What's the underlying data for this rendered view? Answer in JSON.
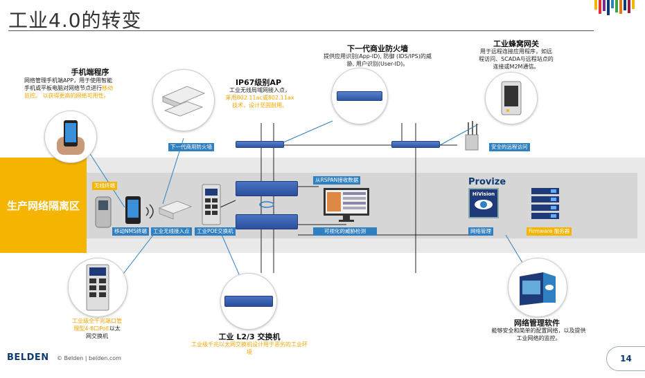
{
  "slide": {
    "title": "工业4.0的转变",
    "page_number": "14",
    "footer_brand": "BELDEN",
    "footer_text": "© Belden  |  belden.com"
  },
  "zone": {
    "label": "生产网络隔离区"
  },
  "mobile_app": {
    "title": "手机端程序",
    "desc_1": "网络管理手机端APP，用于使用智能",
    "desc_2": "手机或平板电脑对网络节点进行",
    "desc_2_hl": "移动",
    "desc_3_hl": "监控。 以获得更高的网络可用性。"
  },
  "ip67_ap": {
    "title": "IP67级别AP",
    "desc_1": "工业无线局域网接入点，",
    "desc_2_hl": "采用802.11ac或802.11ax",
    "desc_3_hl": "技术，设计坚固耐用。"
  },
  "firewall": {
    "title": "下一代商业防火墙",
    "desc_1": "提供应用识别(App-ID), 防御 (IDS/IPS)的威",
    "desc_2": "胁, 用户识别(User-ID)。"
  },
  "honeycomb_gw": {
    "title": "工业蜂窝网关",
    "desc_1": "用于远程连接应用程序，如远",
    "desc_2": "程访问、SCADA与远程站点的",
    "desc_3": "连接或M2M通信。"
  },
  "labels": {
    "next_gen_fw": "下一代商用防火墙",
    "secure_remote": "安全的远程访问",
    "wireless_terminal": "无线终端",
    "mobile_nms": "移动NMS终端",
    "industrial_ap": "工业无线接入点",
    "poe_switch": "工业POE交换机",
    "rspan": "从RSPAN接收数据",
    "visual_threat": "可视化的威胁检测",
    "network_mgmt": "网络管理",
    "firmware": "Firmware 服务器"
  },
  "provize": {
    "provize": "Provize",
    "hivision": "HiVision"
  },
  "poe_text": {
    "line1_hl": "工业级全千兆端口管",
    "line2_hl": "理型4-8口PoE",
    "line2_tail": "以太",
    "line3": "网交换机"
  },
  "l23_switch": {
    "title": "工业 L2/3 交换机",
    "desc_1_hl": "工业级千兆以太网交换机设计用于恶劣的工业环",
    "desc_2_hl": "境"
  },
  "nms_software": {
    "title": "网络管理软件",
    "desc_1": "能够安全和简单的配置网络，以及提供",
    "desc_2": "工业网络的监控。"
  },
  "colors": {
    "accent_yellow": "#f5b400",
    "label_blue": "#2f7fc1",
    "device_blue": "#2f56a8",
    "brand_navy": "#0e3a74"
  }
}
